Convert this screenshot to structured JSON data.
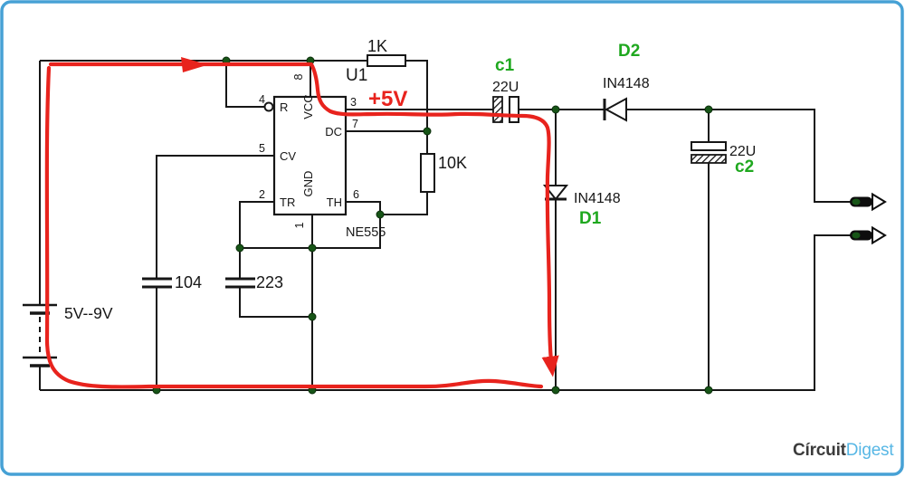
{
  "schematic": {
    "ic555": {
      "designator": "U1",
      "part": "NE555",
      "pin_names": {
        "reset": "R",
        "control": "CV",
        "trigger": "TR",
        "vcc": "VCC",
        "discharge": "DC",
        "threshold": "TH",
        "ground": "GND"
      },
      "pin_numbers": {
        "reset": "4",
        "control": "5",
        "trigger": "2",
        "vcc": "8",
        "discharge": "7",
        "threshold": "6",
        "ground": "1",
        "output": "3"
      }
    },
    "resistors": {
      "r1": {
        "value": "1K"
      },
      "r2": {
        "value": "10K"
      }
    },
    "capacitors": {
      "c104": {
        "value": "104"
      },
      "c223": {
        "value": "223"
      },
      "c1": {
        "ref": "c1",
        "value": "22U"
      },
      "c2": {
        "ref": "c2",
        "value": "22U"
      }
    },
    "diodes": {
      "d1": {
        "ref": "D1",
        "part": "IN4148"
      },
      "d2": {
        "ref": "D2",
        "part": "IN4148"
      }
    },
    "battery": {
      "label": "5V--9V"
    },
    "annotations": {
      "output_voltage": "+5V"
    }
  },
  "branding": {
    "logo_primary": "Círcuit",
    "logo_secondary": "Digest"
  },
  "colors": {
    "border": "#46a1d5",
    "wire": "#161616",
    "highlight_path": "#e8231d",
    "component_label_green": "#1fa81f",
    "junction_node": "#175517",
    "logo_dark": "#3b3b3b",
    "logo_blue": "#57b7e5"
  }
}
